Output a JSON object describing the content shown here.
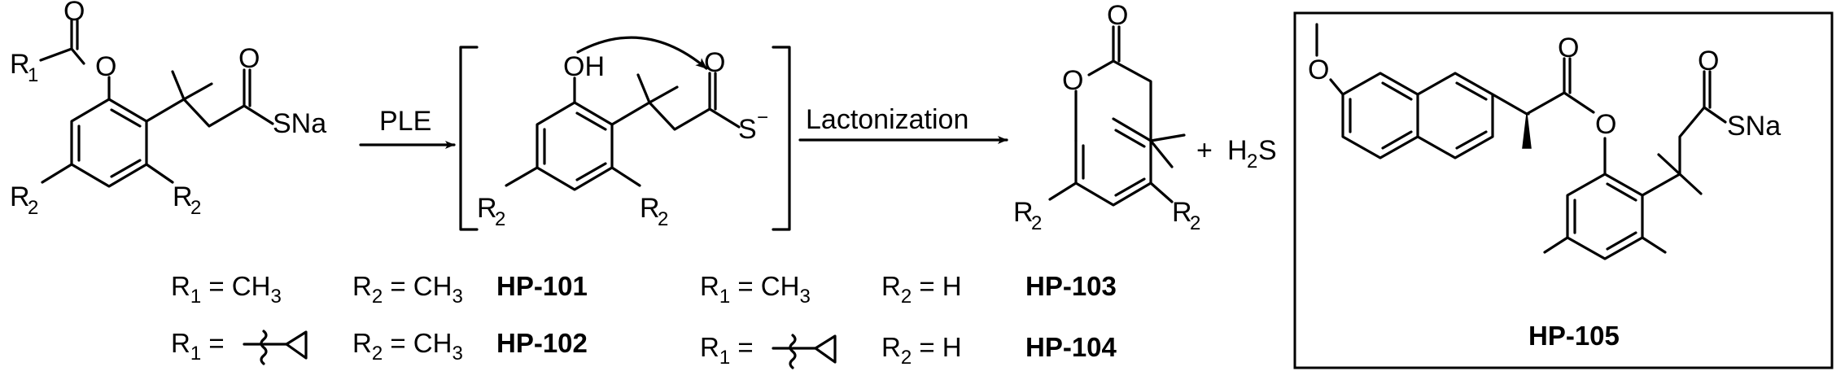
{
  "reaction": {
    "reagent_ple": "PLE",
    "reagent_lactonization": "Lactonization",
    "plus": "+",
    "h2s_h": "H",
    "h2s_sub": "2",
    "h2s_s": "S"
  },
  "atoms": {
    "o": "O",
    "oh": "OH",
    "s": "S",
    "sna": "SNa",
    "r": "R",
    "sub1": "1",
    "sub2": "2",
    "minus": "−"
  },
  "conditions": [
    {
      "r1": "R",
      "r1_sub": "1",
      "r1_val": " = CH",
      "r1_val_sub": "3",
      "r2": "R",
      "r2_sub": "2",
      "r2_val": " = CH",
      "r2_val_sub": "3",
      "code": "HP-101"
    },
    {
      "r1": "R",
      "r1_sub": "1",
      "r1_val": " =",
      "r2": "R",
      "r2_sub": "2",
      "r2_val": " = CH",
      "r2_val_sub": "3",
      "code": "HP-102"
    },
    {
      "r1": "R",
      "r1_sub": "1",
      "r1_val": " = CH",
      "r1_val_sub": "3",
      "r2": "R",
      "r2_sub": "2",
      "r2_val": " = H",
      "code": "HP-103"
    },
    {
      "r1": "R",
      "r1_sub": "1",
      "r1_val": " =",
      "r2": "R",
      "r2_sub": "2",
      "r2_val": " = H",
      "code": "HP-104"
    }
  ],
  "boxed_compound": {
    "label": "HP-105"
  }
}
